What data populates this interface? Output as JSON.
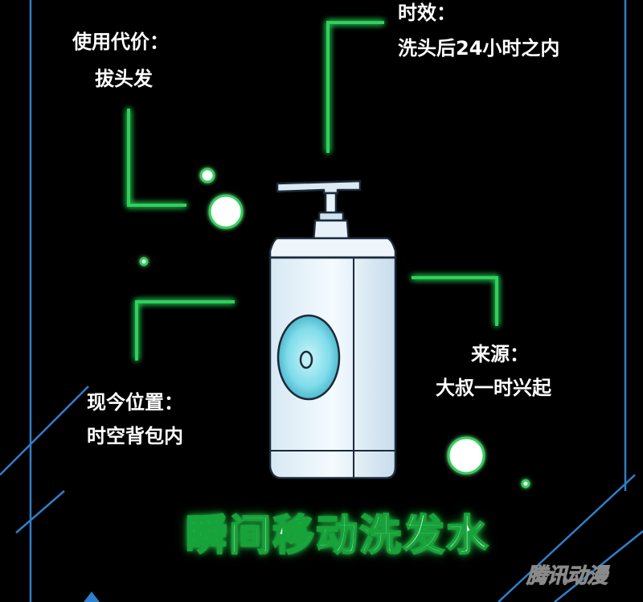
{
  "annotations": {
    "cost": {
      "heading": "使用代价：",
      "value": "拔头发"
    },
    "duration": {
      "heading": "时效：",
      "value": "洗头后24小时之内"
    },
    "source": {
      "heading": "来源：",
      "value": "大叔一时兴起"
    },
    "location": {
      "heading": "现今位置：",
      "value": "时空背包内"
    }
  },
  "item_name": "瞬间移动洗发水",
  "watermark": "腾讯动漫",
  "colors": {
    "background": "#000000",
    "panel_border": "#2f7fc9",
    "glow_green": "#2fd25a",
    "bottle_body": "#e8f4fb",
    "bottle_window": "#6fd6e6"
  },
  "icons": [
    "shampoo-bottle-icon",
    "bubble-icon"
  ]
}
